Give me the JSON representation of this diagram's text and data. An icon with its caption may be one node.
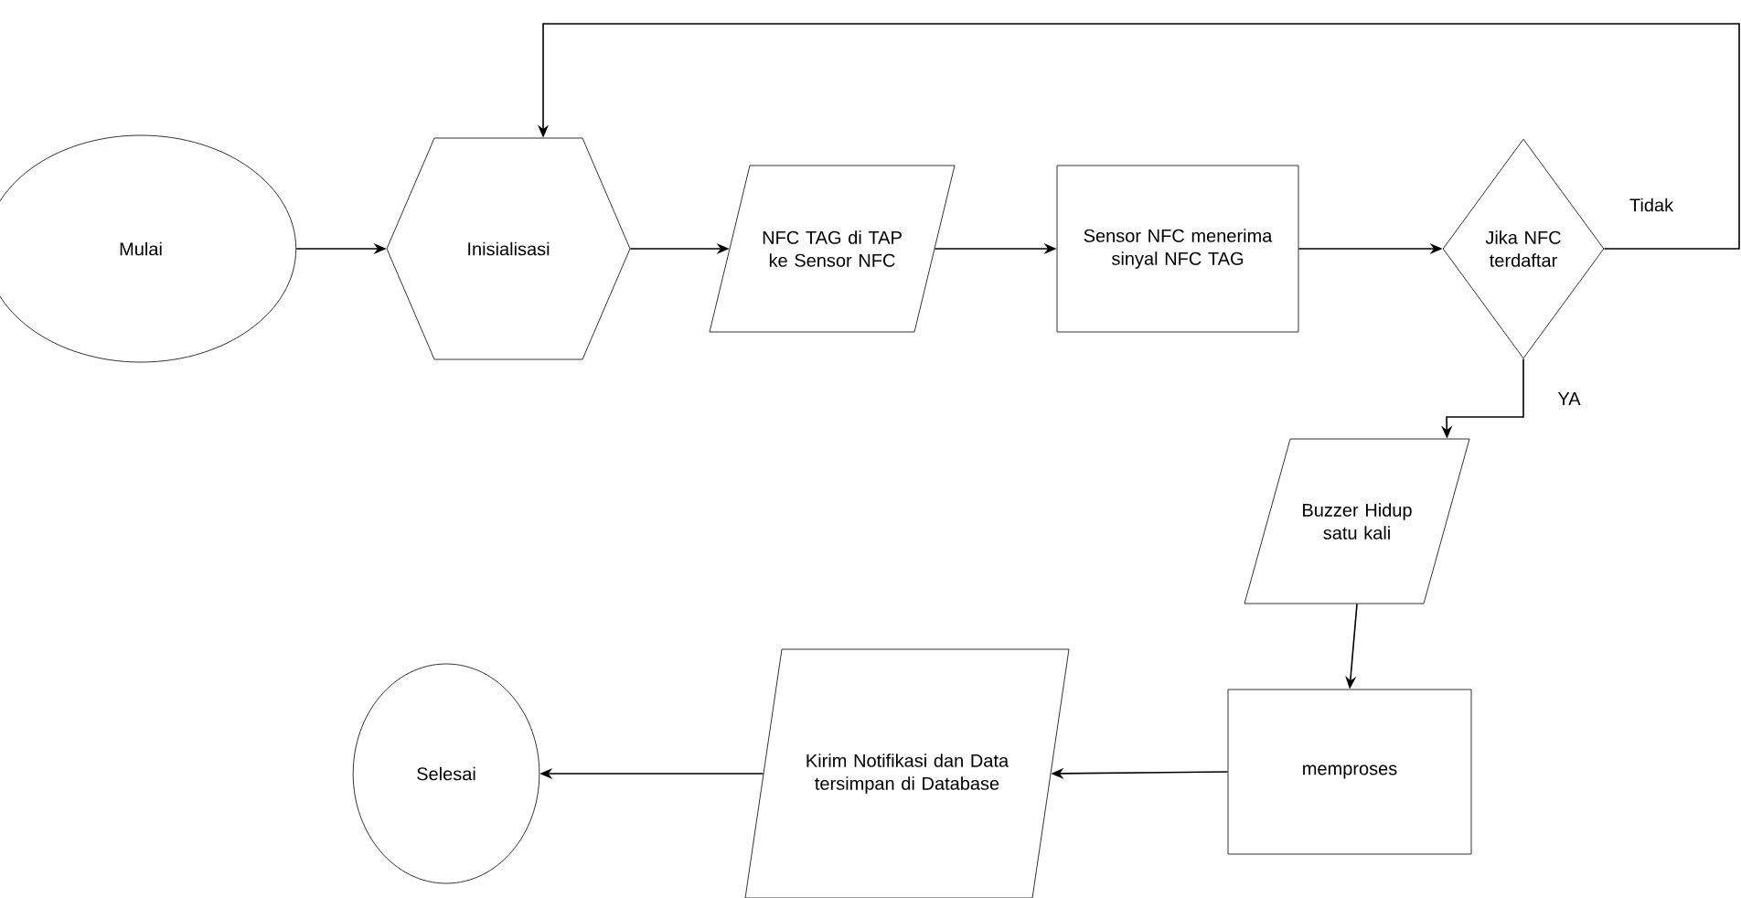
{
  "diagram": {
    "nodes": [
      {
        "text": [
          "Mulai"
        ]
      },
      {
        "text": [
          "Inisialisasi"
        ]
      },
      {
        "text": [
          "NFC TAG di TAP ke Sensor NFC"
        ]
      },
      {
        "text": [
          "Sensor NFC menerima sinyal NFC TAG"
        ]
      },
      {
        "text": [
          "Jika NFC terdaftar"
        ]
      },
      {
        "text": [
          "Buzzer Hidup satu kali"
        ]
      },
      {
        "text": [
          "memproses"
        ]
      },
      {
        "text": [
          "Kirim Notifikasi dan Data tersimpan di Database"
        ]
      },
      {
        "text": [
          "Selesai"
        ]
      }
    ],
    "edges": [
      {
        "from": 0,
        "to": 1,
        "arrow": "to"
      },
      {
        "from": 1,
        "to": 2,
        "arrow": "to"
      },
      {
        "from": 2,
        "to": 3,
        "arrow": "to"
      },
      {
        "from": 3,
        "to": 4,
        "arrow": "to"
      },
      {
        "from": 4,
        "to": 1,
        "arrow": "to",
        "label": "Tidak"
      },
      {
        "from": 4,
        "to": 5,
        "arrow": "to",
        "label": "YA"
      },
      {
        "from": 5,
        "to": 6,
        "arrow": "to"
      },
      {
        "from": 6,
        "to": 7,
        "arrow": "to"
      },
      {
        "from": 7,
        "to": 8,
        "arrow": "to"
      }
    ]
  }
}
